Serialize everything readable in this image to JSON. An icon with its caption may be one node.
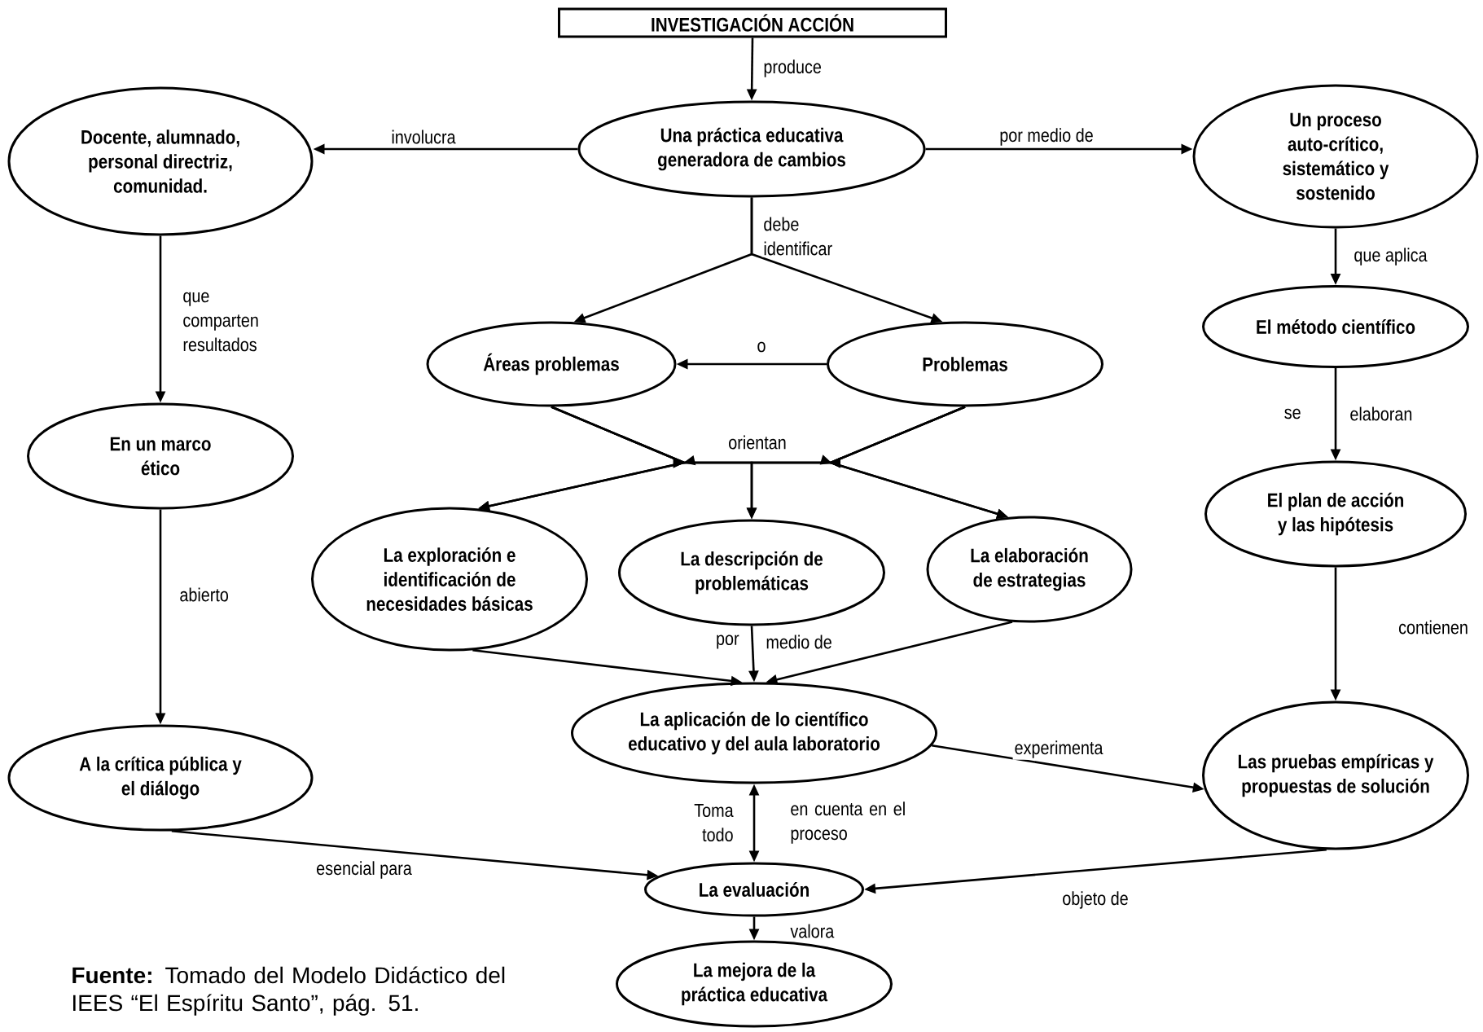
{
  "diagram": {
    "caption": "**Fuente:** Tomado del Modelo Didáctico del IEES “El Espíritu Santo”, pág. 51.",
    "nodes": [
      {
        "text": [
          "INVESTIGACIÓN ACCIÓN"
        ]
      },
      {
        "text": [
          "Una práctica educativa generadora de cambios"
        ]
      },
      {
        "text": [
          "Docente, alumnado, personal directriz, comunidad."
        ]
      },
      {
        "text": [
          "Un proceso auto-crítico, sistemático y sostenido"
        ]
      },
      {
        "text": [
          "Áreas problemas"
        ]
      },
      {
        "text": [
          "Problemas"
        ]
      },
      {
        "text": [
          "El método científico"
        ]
      },
      {
        "text": [
          "En un marco ético"
        ]
      },
      {
        "text": [
          "El plan de acción y las hipótesis"
        ]
      },
      {
        "text": [
          "La exploración e identificación de necesidades básicas"
        ]
      },
      {
        "text": [
          "La descripción de problemáticas"
        ]
      },
      {
        "text": [
          "La elaboración de estrategias"
        ]
      },
      {
        "text": [
          "La aplicación de lo científico educativo y del aula laboratorio"
        ]
      },
      {
        "text": [
          "A la crítica pública y el diálogo"
        ]
      },
      {
        "text": [
          "Las pruebas empíricas y propuestas de solución"
        ]
      },
      {
        "text": [
          "La evaluación"
        ]
      },
      {
        "text": [
          "La mejora de la práctica educativa"
        ]
      }
    ],
    "edges": [
      {
        "from": 0,
        "to": 1,
        "arrow": "to",
        "label": "produce"
      },
      {
        "from": 1,
        "to": 2,
        "arrow": "to",
        "label": "involucra"
      },
      {
        "from": 1,
        "to": 3,
        "arrow": "to",
        "label": "por medio de"
      },
      {
        "from": 1,
        "to": 4,
        "arrow": "to",
        "label": "debe identificar"
      },
      {
        "from": 1,
        "to": 5,
        "arrow": "to"
      },
      {
        "from": 5,
        "to": 4,
        "arrow": "to",
        "label": "o"
      },
      {
        "from": 2,
        "to": 7,
        "arrow": "to",
        "label": "que comparten resultados"
      },
      {
        "from": 3,
        "to": 6,
        "arrow": "to",
        "label": "que aplica"
      },
      {
        "from": 4,
        "to": 9,
        "arrow": "to"
      },
      {
        "from": 4,
        "to": 10,
        "arrow": "to",
        "label": "orientan"
      },
      {
        "from": 4,
        "to": 11,
        "arrow": "to"
      },
      {
        "from": 5,
        "to": 9,
        "arrow": "to"
      },
      {
        "from": 5,
        "to": 10,
        "arrow": "to"
      },
      {
        "from": 5,
        "to": 11,
        "arrow": "to"
      },
      {
        "from": 6,
        "to": 8,
        "arrow": "to",
        "label": "elaboran"
      },
      {
        "from": 7,
        "to": 13,
        "arrow": "to",
        "label": "abierto"
      },
      {
        "from": 9,
        "to": 12,
        "arrow": "to"
      },
      {
        "from": 10,
        "to": 12,
        "arrow": "to",
        "label": "medio de"
      },
      {
        "from": 11,
        "to": 12,
        "arrow": "to"
      },
      {
        "from": 8,
        "to": 14,
        "arrow": "to",
        "label": "contienen"
      },
      {
        "from": 12,
        "to": 14,
        "arrow": "to",
        "label": "experimenta"
      },
      {
        "from": 12,
        "to": 15,
        "arrow": "both",
        "label": "en cuenta en el proceso"
      },
      {
        "from": 13,
        "to": 15,
        "arrow": "to",
        "label": "esencial para"
      },
      {
        "from": 14,
        "to": 15,
        "arrow": "to",
        "label": "objeto de"
      },
      {
        "from": 15,
        "to": 16,
        "arrow": "to",
        "label": "valora"
      }
    ],
    "labels": [
      "se",
      "por",
      "Toma todo"
    ]
  }
}
